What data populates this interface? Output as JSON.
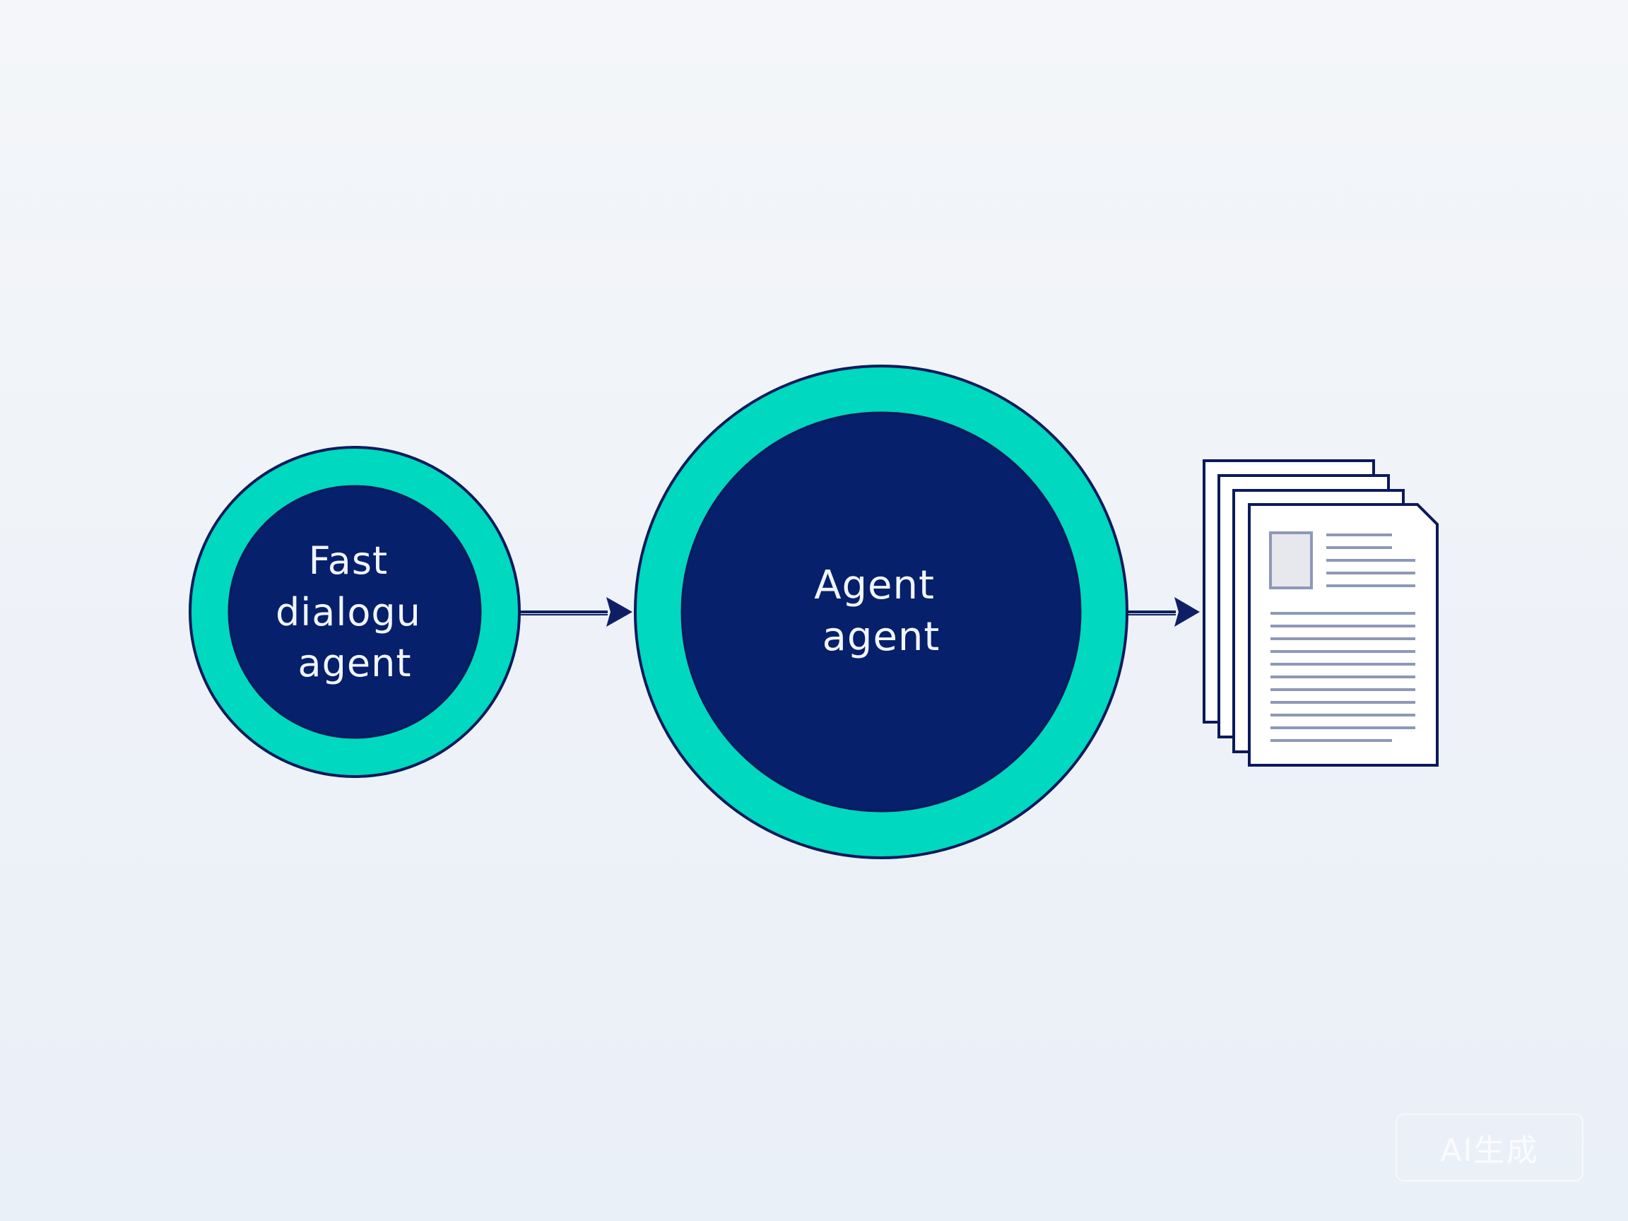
{
  "colors": {
    "ring": "#00d8bf",
    "core": "#06206b",
    "outline": "#0b1a5c",
    "arrow": "#0e1f66",
    "doc_line": "#8e98b8",
    "doc_thumb": "#e6e8ee"
  },
  "nodes": [
    {
      "id": "fast-dialogue-agent",
      "lines": [
        "Fast",
        "dialogu",
        "agent"
      ]
    },
    {
      "id": "agent-agent",
      "lines": [
        "Agent",
        "agent"
      ]
    }
  ],
  "output_icon": "document-stack-icon",
  "watermark": {
    "text": "AI生成"
  }
}
